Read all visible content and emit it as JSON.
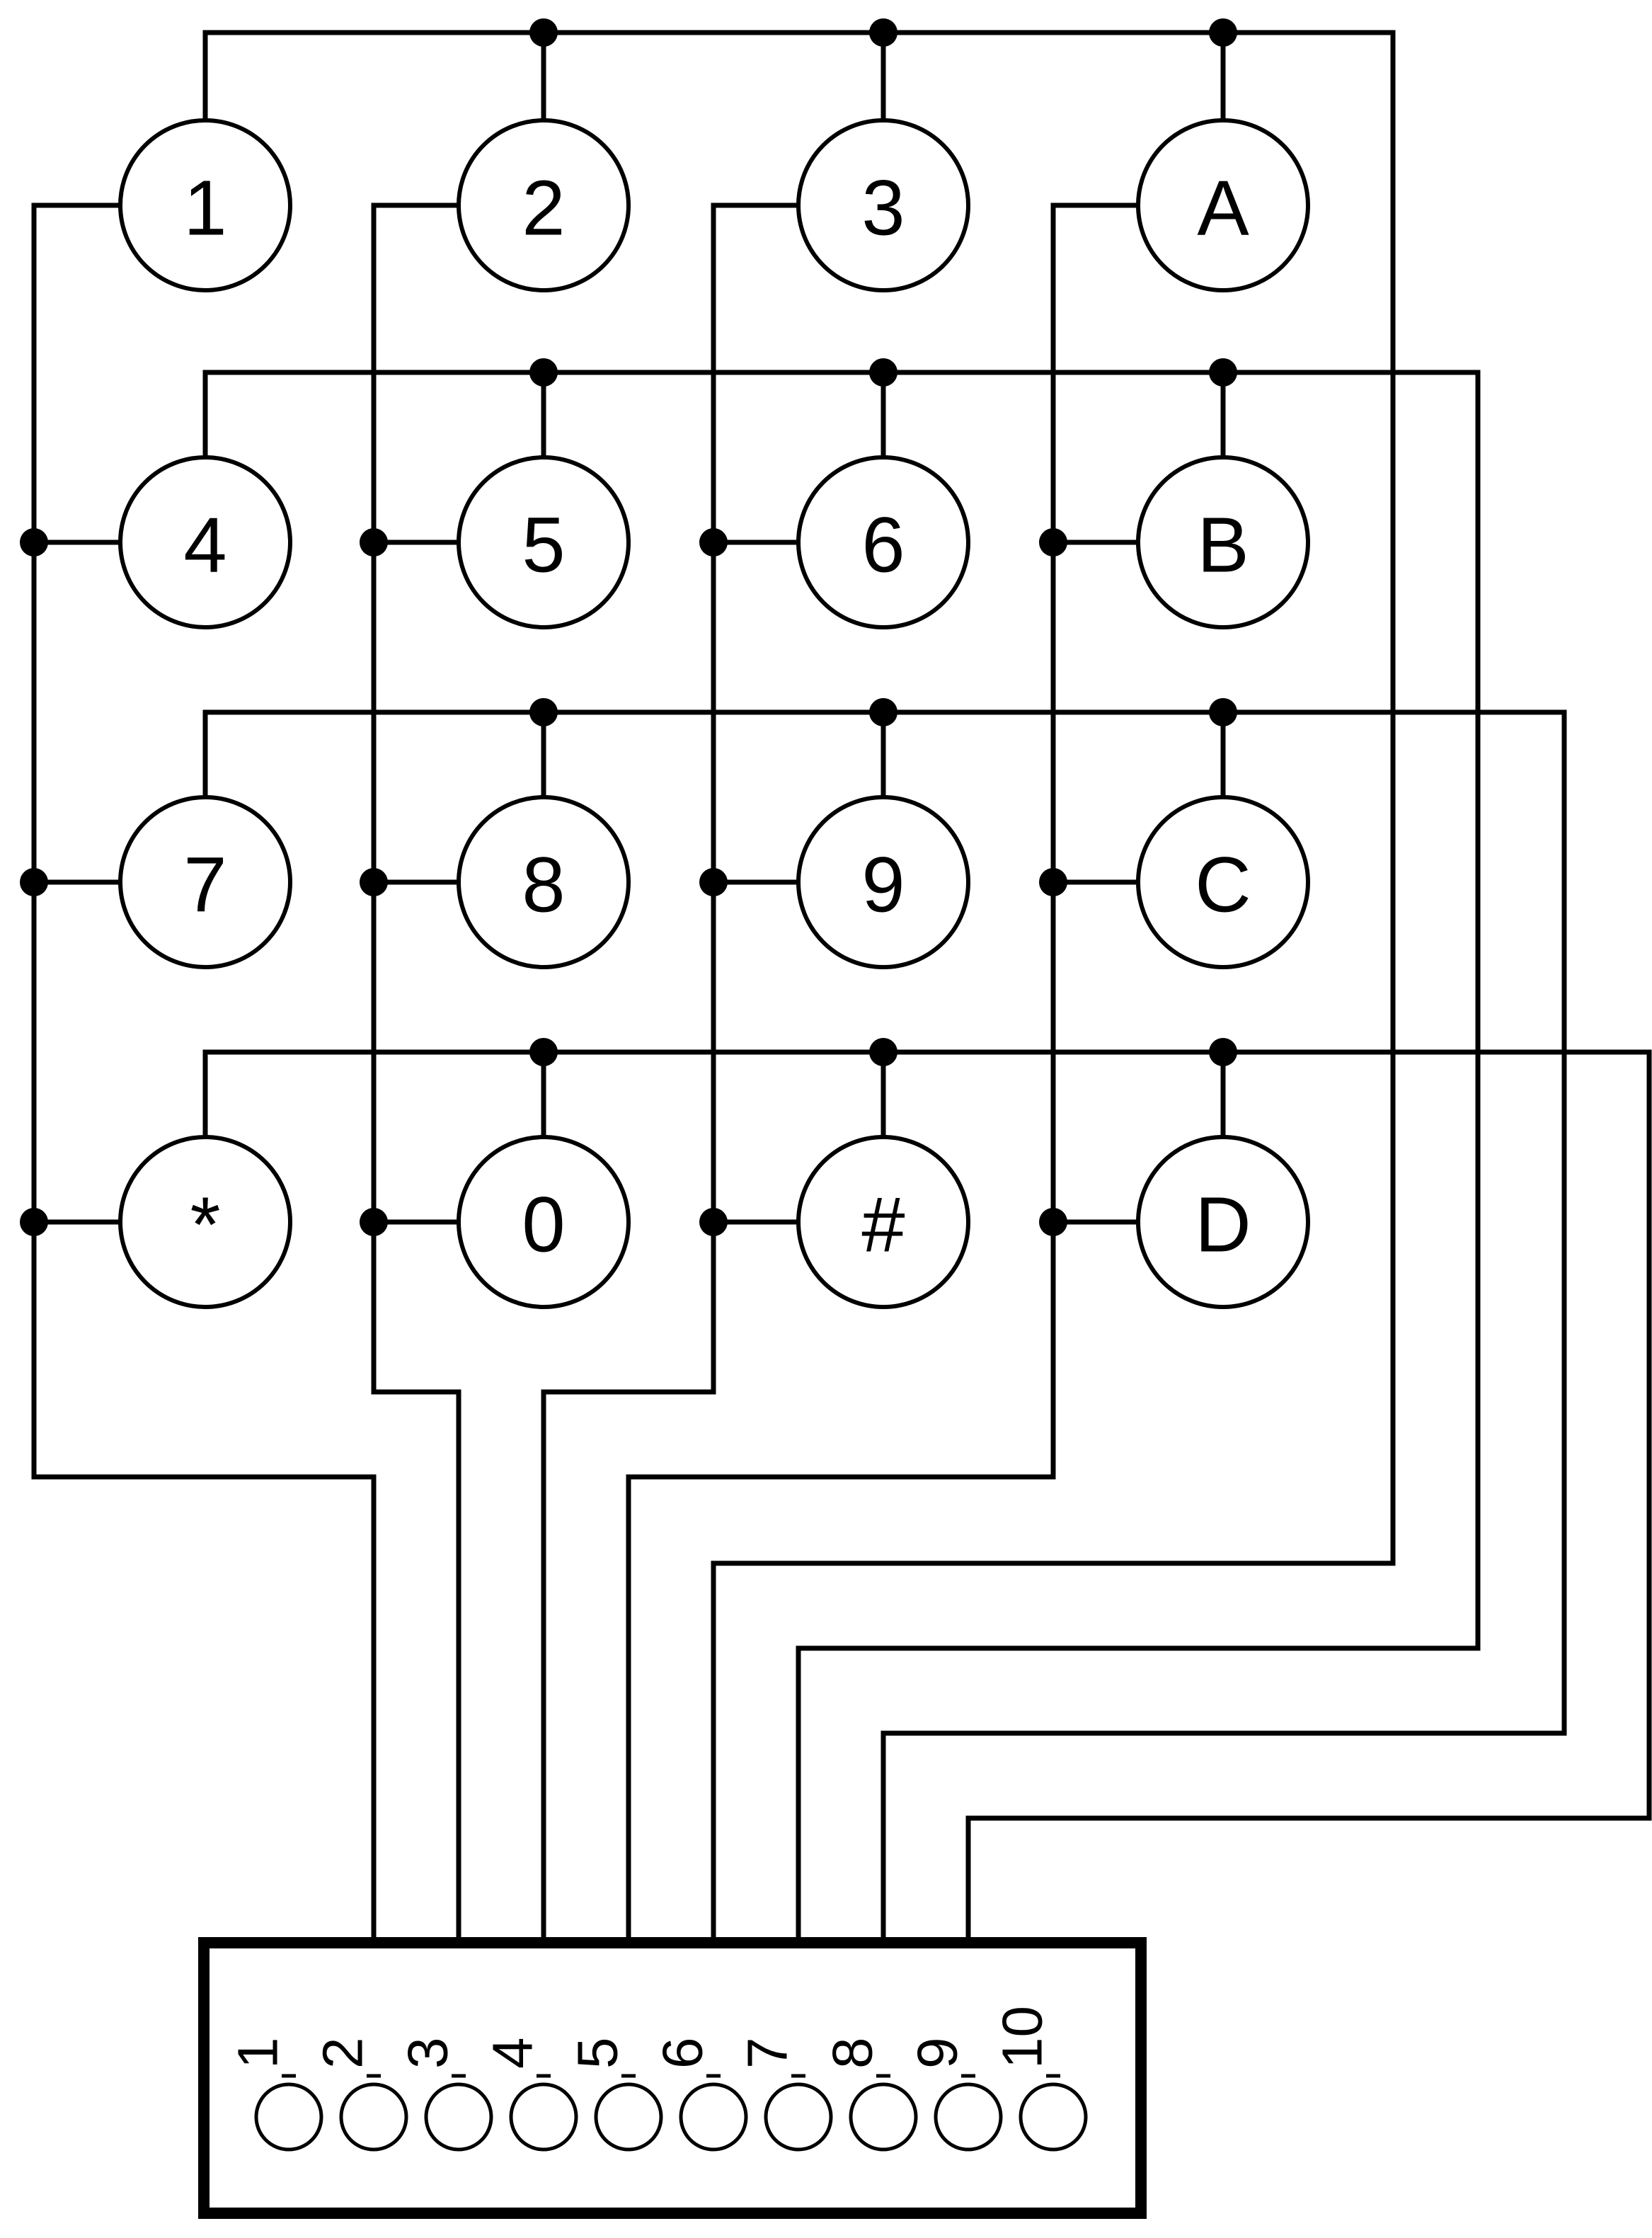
{
  "keypad": {
    "rows": [
      [
        "1",
        "2",
        "3",
        "A"
      ],
      [
        "4",
        "5",
        "6",
        "B"
      ],
      [
        "7",
        "8",
        "9",
        "C"
      ],
      [
        "*",
        "0",
        "#",
        "D"
      ]
    ]
  },
  "connector": {
    "pins": [
      "1",
      "2",
      "3",
      "4",
      "5",
      "6",
      "7",
      "8",
      "9",
      "10"
    ]
  },
  "colors": {
    "line": "#000000",
    "background": "#ffffff"
  }
}
